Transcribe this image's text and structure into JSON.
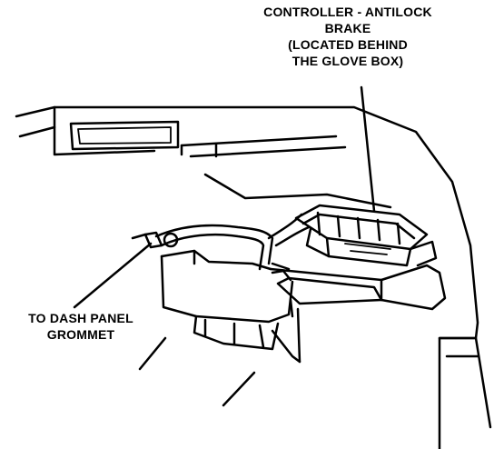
{
  "callouts": {
    "controller": {
      "lines": [
        "CONTROLLER - ANTILOCK",
        "BRAKE",
        "(LOCATED BEHIND",
        "THE GLOVE BOX)"
      ]
    },
    "grommet": {
      "lines": [
        "TO DASH PANEL",
        "GROMMET"
      ]
    }
  },
  "colors": {
    "ink": "#000000",
    "paper": "#ffffff"
  }
}
